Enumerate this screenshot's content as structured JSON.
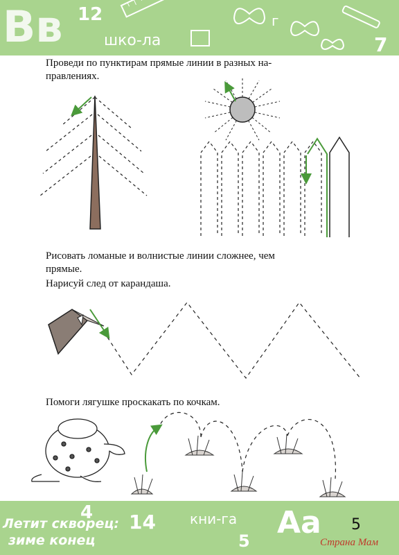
{
  "banner_top": {
    "letters": "Вв",
    "number": "12",
    "word": "шко-ла",
    "number_right": "7",
    "letter_g": "г"
  },
  "tasks": {
    "lines_text_1": "Проведи по пунктирам прямые линии в разных на-",
    "lines_text_2": "правлениях.",
    "wavy_text_1": "Рисовать ломаные и волнистые линии сложнее, чем",
    "wavy_text_2": "прямые.",
    "pencil_text": "Нарисуй след от карандаша.",
    "frog_text": "Помоги лягушке проскакать по кочкам."
  },
  "banner_bottom": {
    "phrase_line_1": "Летит скворец:",
    "phrase_line_2": "зиме конец",
    "number_4": "4",
    "number_14": "14",
    "word": "кни-га",
    "letters": "Аа",
    "number_5": "5"
  },
  "page_number": "5",
  "watermark": "Страна Мам",
  "colors": {
    "banner_green": "#a9d48e",
    "arrow_green": "#4a9a3a",
    "dash": "#222222"
  }
}
